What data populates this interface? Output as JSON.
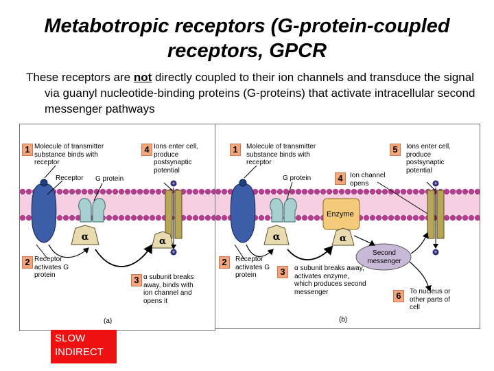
{
  "slide": {
    "title_line1": "Metabotropic receptors (G-protein-coupled",
    "title_line2": "receptors, GPCR",
    "intro_before": "These receptors are ",
    "intro_emphasis": "not",
    "intro_after": " directly coupled to their ion channels and transduce the signal via guanyl nucleotide-binding proteins (G-proteins) that activate intracellular second messenger pathways"
  },
  "colors": {
    "membrane_head": "#b23f8d",
    "membrane_tail": "#f6cfe3",
    "receptor": "#3c5ea8",
    "g_protein": "#a7cfcf",
    "alpha_subunit": "#e9dbb0",
    "ion_channel": "#b7a657",
    "enzyme": "#f3cb7a",
    "second_messenger": "#c9b9d8",
    "step_box": "#f3a57c",
    "callout": "#ee1111"
  },
  "panel_a": {
    "caption": "(a)",
    "steps": [
      {
        "num": "1",
        "text": "Molecule of transmitter substance binds with receptor"
      },
      {
        "num": "2",
        "text": "Receptor activates G protein"
      },
      {
        "num": "3",
        "text": "α subunit breaks away, binds with ion channel and opens it"
      },
      {
        "num": "4",
        "text": "Ions enter cell, produce postsynaptic potential"
      }
    ],
    "receptor_label": "Receptor",
    "gprotein_label": "G protein",
    "alpha": "α"
  },
  "panel_b": {
    "caption": "(b)",
    "steps": [
      {
        "num": "1",
        "text": "Molecule of transmitter substance binds with receptor"
      },
      {
        "num": "2",
        "text": "Receptor activates G protein"
      },
      {
        "num": "3",
        "text": "α subunit breaks away, activates enzyme, which produces second messenger"
      },
      {
        "num": "4",
        "text": "Ion channel opens"
      },
      {
        "num": "5",
        "text": "Ions enter cell, produce postsynaptic potential"
      },
      {
        "num": "6",
        "text": "To nucleus or other parts of cell"
      }
    ],
    "gprotein_label": "G protein",
    "enzyme_label": "Enzyme",
    "second_messenger_label": "Second messenger",
    "alpha": "α"
  },
  "callout": {
    "line1": "SLOW",
    "line2": "INDIRECT"
  }
}
